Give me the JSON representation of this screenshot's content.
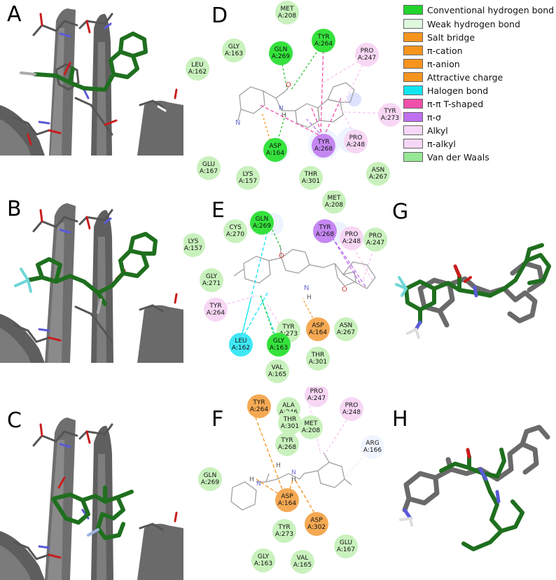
{
  "panels": {
    "A": {
      "letter": "A"
    },
    "B": {
      "letter": "B"
    },
    "C": {
      "letter": "C"
    },
    "D": {
      "letter": "D"
    },
    "E": {
      "letter": "E"
    },
    "F": {
      "letter": "F"
    },
    "G": {
      "letter": "G"
    },
    "H": {
      "letter": "H"
    }
  },
  "legend": [
    {
      "label": "Conventional hydrogen bond",
      "color": "#22d42b"
    },
    {
      "label": "Weak hydrogen bond",
      "color": "#def7dd"
    },
    {
      "label": "Salt bridge",
      "color": "#f7941e"
    },
    {
      "label": "π-cation",
      "color": "#f7941e"
    },
    {
      "label": "π-anion",
      "color": "#f7941e"
    },
    {
      "label": "Attractive charge",
      "color": "#f7941e"
    },
    {
      "label": "Halogen bond",
      "color": "#10e5f0"
    },
    {
      "label": "π-π T-shaped",
      "color": "#f04faa"
    },
    {
      "label": "π-σ",
      "color": "#c06ff0"
    },
    {
      "label": "Alkyl",
      "color": "#f7d7f7"
    },
    {
      "label": "π-alkyl",
      "color": "#f7d7f7"
    },
    {
      "label": "Van der Waals",
      "color": "#97e895"
    }
  ],
  "diagram_D": {
    "residues": [
      {
        "name": "MET",
        "chain": "A:208"
      },
      {
        "name": "GLY",
        "chain": "A:163"
      },
      {
        "name": "GLN",
        "chain": "A:269"
      },
      {
        "name": "TYR",
        "chain": "A:264"
      },
      {
        "name": "PRO",
        "chain": "A:247"
      },
      {
        "name": "LEU",
        "chain": "A:162"
      },
      {
        "name": "TYR",
        "chain": "A:273"
      },
      {
        "name": "ASP",
        "chain": "A:164"
      },
      {
        "name": "TYR",
        "chain": "A:268"
      },
      {
        "name": "PRO",
        "chain": "A:248"
      },
      {
        "name": "GLU",
        "chain": "A:167"
      },
      {
        "name": "LYS",
        "chain": "A:157"
      },
      {
        "name": "THR",
        "chain": "A:301"
      },
      {
        "name": "ASN",
        "chain": "A:267"
      }
    ],
    "atoms": {
      "o": "O",
      "n1": "N",
      "h": "H",
      "n2": "N"
    }
  },
  "diagram_E": {
    "residues": [
      {
        "name": "MET",
        "chain": "A:208"
      },
      {
        "name": "LYS",
        "chain": "A:157"
      },
      {
        "name": "CYS",
        "chain": "A:270"
      },
      {
        "name": "GLN",
        "chain": "A:269"
      },
      {
        "name": "TYR",
        "chain": "A:268"
      },
      {
        "name": "PRO",
        "chain": "A:248"
      },
      {
        "name": "PRO",
        "chain": "A:247"
      },
      {
        "name": "GLY",
        "chain": "A:271"
      },
      {
        "name": "TYR",
        "chain": "A:264"
      },
      {
        "name": "TYR",
        "chain": "A:273"
      },
      {
        "name": "ASP",
        "chain": "A:164"
      },
      {
        "name": "ASN",
        "chain": "A:267"
      },
      {
        "name": "LEU",
        "chain": "A:162"
      },
      {
        "name": "GLY",
        "chain": "A:163"
      },
      {
        "name": "THR",
        "chain": "A:301"
      },
      {
        "name": "VAL",
        "chain": "A:165"
      }
    ],
    "atoms": {
      "o1": "O",
      "n1": "N",
      "h": "H",
      "o2": "O"
    }
  },
  "diagram_F": {
    "residues": [
      {
        "name": "TYR",
        "chain": "A:264"
      },
      {
        "name": "ALA",
        "chain": "A:246"
      },
      {
        "name": "PRO",
        "chain": "A:247"
      },
      {
        "name": "PRO",
        "chain": "A:248"
      },
      {
        "name": "THR",
        "chain": "A:301"
      },
      {
        "name": "MET",
        "chain": "A:208"
      },
      {
        "name": "TYR",
        "chain": "A:268"
      },
      {
        "name": "ARG",
        "chain": "A:166"
      },
      {
        "name": "GLN",
        "chain": "A:269"
      },
      {
        "name": "ASP",
        "chain": "A:164"
      },
      {
        "name": "ASP",
        "chain": "A:302"
      },
      {
        "name": "TYR",
        "chain": "A:273"
      },
      {
        "name": "GLU",
        "chain": "A:167"
      },
      {
        "name": "GLY",
        "chain": "A:163"
      },
      {
        "name": "VAL",
        "chain": "A:165"
      }
    ],
    "atoms": {
      "h1": "H",
      "n1": "N",
      "h2": "H",
      "n2": "N",
      "h3": "H"
    }
  }
}
